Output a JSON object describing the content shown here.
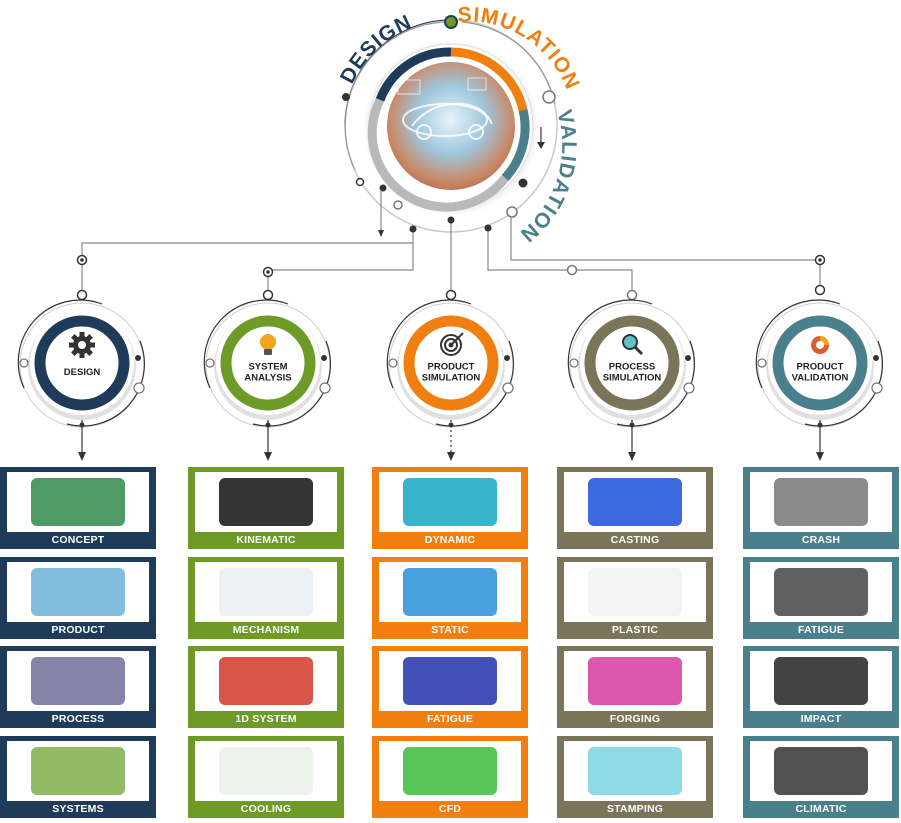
{
  "header": {
    "word_design": "DESIGN",
    "word_simulation": "SIMULATION",
    "word_validation": "VALIDATION"
  },
  "colors": {
    "navy": "#1f3b5a",
    "green": "#6e9b26",
    "orange": "#f07f0f",
    "olive": "#7a7458",
    "teal": "#4a7f8c"
  },
  "columns": [
    {
      "title_lines": [
        "DESIGN"
      ],
      "icon": "gear-icon",
      "cards": [
        "CONCEPT",
        "PRODUCT",
        "PROCESS",
        "SYSTEMS"
      ]
    },
    {
      "title_lines": [
        "SYSTEM",
        "ANALYSIS"
      ],
      "icon": "lightbulb-icon",
      "cards": [
        "KINEMATIC",
        "MECHANISM",
        "1D SYSTEM",
        "COOLING"
      ]
    },
    {
      "title_lines": [
        "PRODUCT",
        "SIMULATION"
      ],
      "icon": "target-icon",
      "cards": [
        "DYNAMIC",
        "STATIC",
        "FATIGUE",
        "CFD"
      ]
    },
    {
      "title_lines": [
        "PROCESS",
        "SIMULATION"
      ],
      "icon": "magnifier-icon",
      "cards": [
        "CASTING",
        "PLASTIC",
        "FORGING",
        "STAMPING"
      ]
    },
    {
      "title_lines": [
        "PRODUCT",
        "VALIDATION"
      ],
      "icon": "pie-icon",
      "cards": [
        "CRASH",
        "FATIGUE",
        "IMPACT",
        "CLIMATIC"
      ]
    }
  ]
}
